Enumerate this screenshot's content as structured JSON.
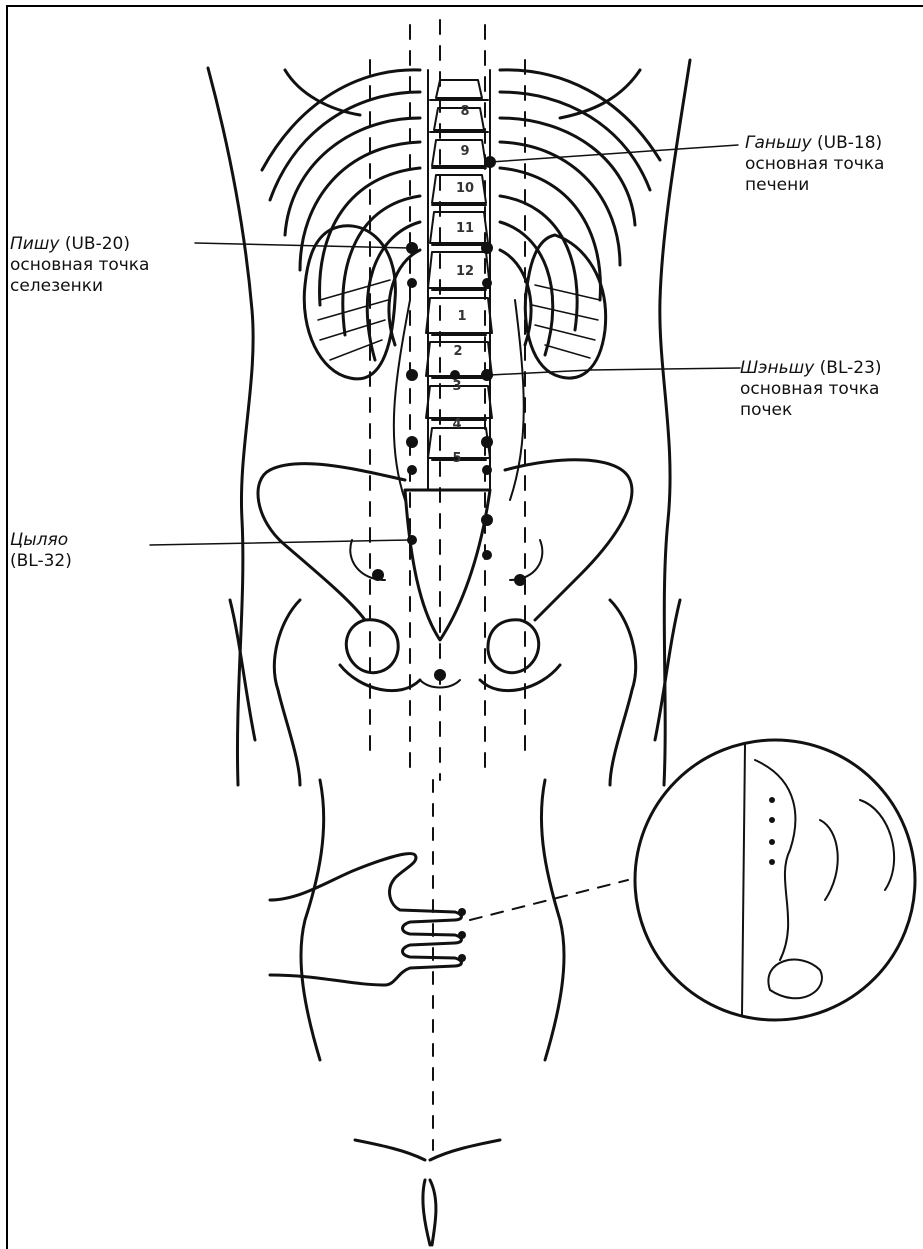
{
  "labels": {
    "ganshu": {
      "name": "Ганьшу",
      "code": " (UB-18)",
      "line1": "основная точка",
      "line2": "печени"
    },
    "pishu": {
      "name": "Пишу",
      "code": " (UB-20)",
      "line1": "основная точка",
      "line2": "селезенки"
    },
    "shenshu": {
      "name": "Шэньшу",
      "code": " (BL-23)",
      "line1": "основная точка",
      "line2": "почек"
    },
    "tsilyao": {
      "name": "Цыляо",
      "code": "(BL-32)"
    }
  },
  "vertebrae": [
    "8",
    "9",
    "10",
    "11",
    "12",
    "1",
    "2",
    "3",
    "4",
    "5"
  ]
}
